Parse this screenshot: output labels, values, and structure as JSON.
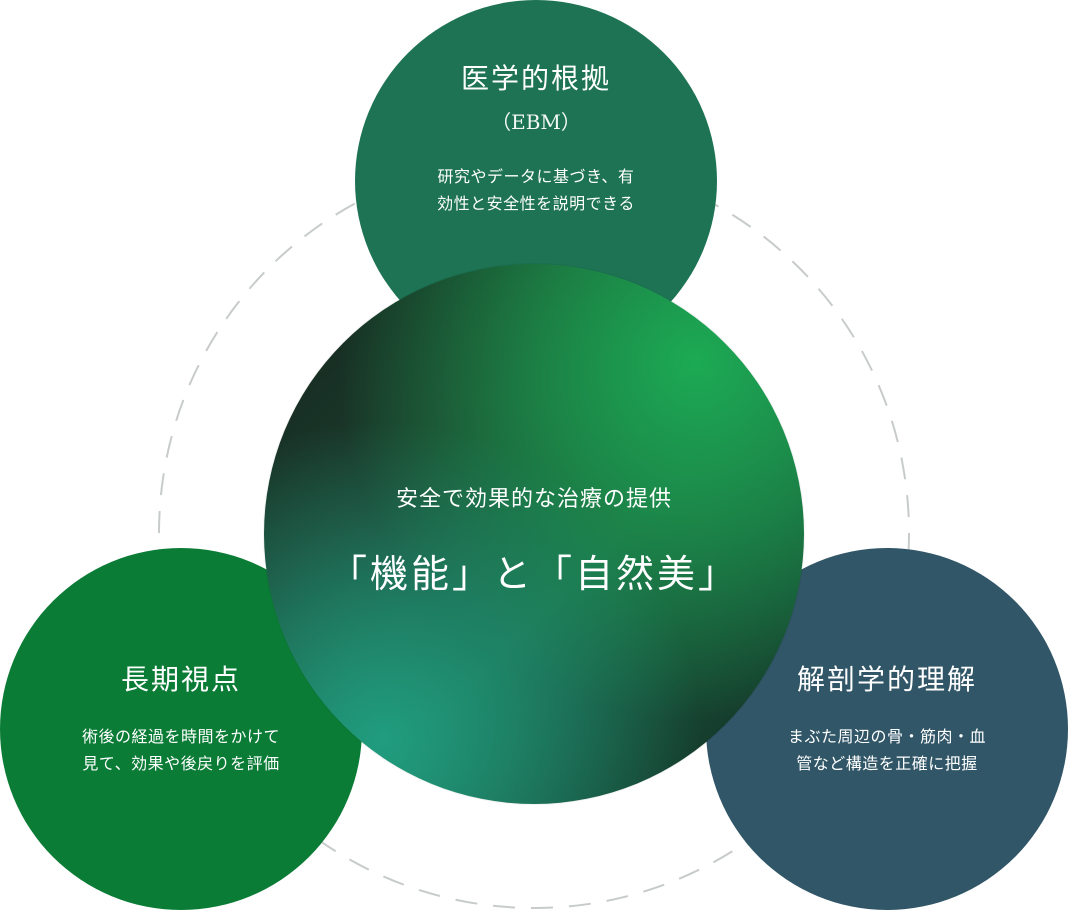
{
  "colors": {
    "top_circle": "#1d7354",
    "left_circle": "#0b7c36",
    "right_circle": "#315667",
    "ring": "#c7ccca"
  },
  "top": {
    "title": "医学的根拠",
    "subtitle": "（EBM）",
    "desc_line1": "研究やデータに基づき、有",
    "desc_line2": "効性と安全性を説明できる"
  },
  "left": {
    "title": "長期視点",
    "desc_line1": "術後の経過を時間をかけて",
    "desc_line2": "見て、効果や後戻りを評価"
  },
  "right": {
    "title": "解剖学的理解",
    "desc_line1": "まぶた周辺の骨・筋肉・血",
    "desc_line2": "管など構造を正確に把握"
  },
  "center": {
    "lead": "安全で効果的な治療の提供",
    "main": "「機能」と「自然美」"
  }
}
